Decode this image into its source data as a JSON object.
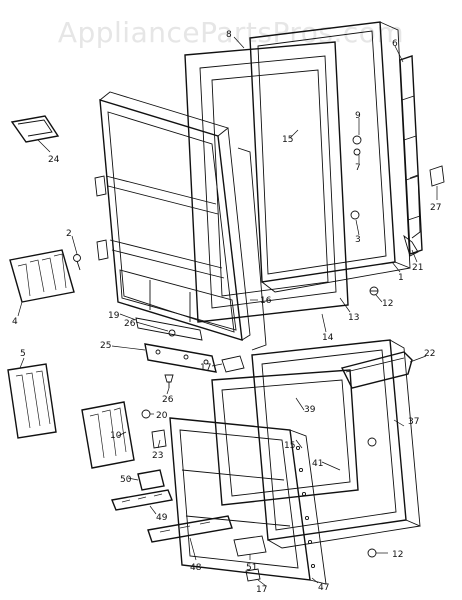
{
  "watermark": "AppliancePartsPros.com",
  "callouts": [
    "8",
    "6",
    "9",
    "7",
    "15",
    "3",
    "27",
    "21",
    "1",
    "12",
    "13",
    "14",
    "16",
    "2",
    "19",
    "26",
    "24",
    "4",
    "25",
    "17",
    "26",
    "5",
    "22",
    "39",
    "37",
    "20",
    "10",
    "23",
    "15",
    "41",
    "50",
    "49",
    "48",
    "51",
    "47",
    "17",
    "12"
  ]
}
